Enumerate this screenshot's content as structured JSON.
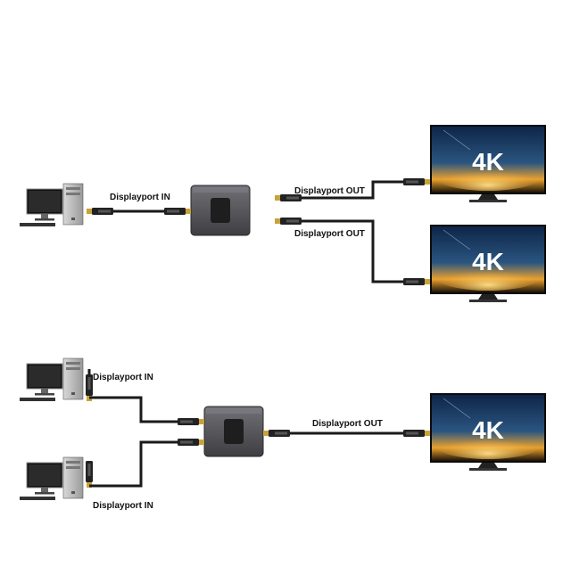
{
  "labels": {
    "dp_in": "Displayport IN",
    "dp_out": "Displayport OUT",
    "res": "4K"
  },
  "colors": {
    "cable": "#1a1a1a",
    "connector_gold": "#c9a23a",
    "switch_body": "#5a5a5e",
    "monitor_sky": "#1d3f6e",
    "monitor_glow": "#f0a020"
  },
  "icons": [
    "desktop-computer-icon",
    "monitor-icon",
    "displayport-plug-icon",
    "switch-box-icon"
  ]
}
